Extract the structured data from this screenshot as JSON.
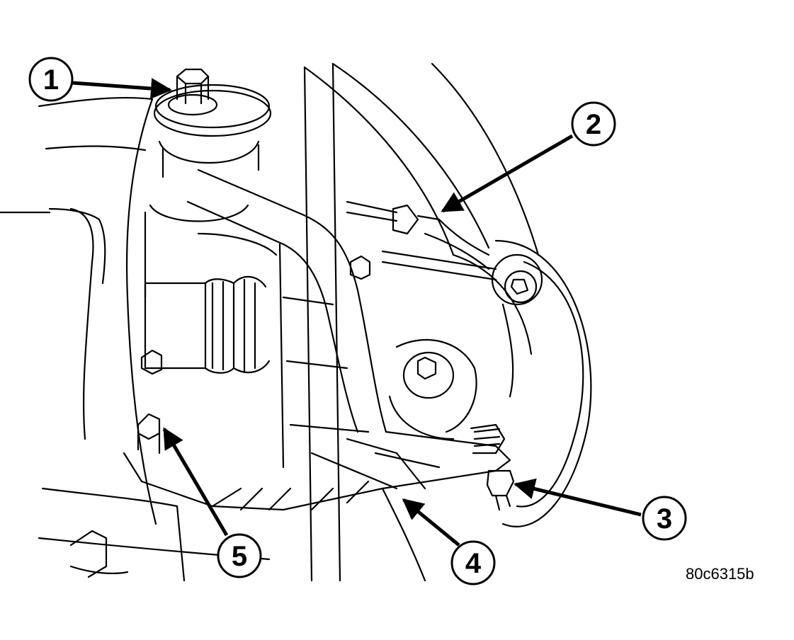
{
  "figure": {
    "code": "80c6315b"
  },
  "callouts": [
    {
      "id": "1",
      "label": "1"
    },
    {
      "id": "2",
      "label": "2"
    },
    {
      "id": "3",
      "label": "3"
    },
    {
      "id": "4",
      "label": "4"
    },
    {
      "id": "5",
      "label": "5"
    }
  ],
  "colors": {
    "ink": "#000000",
    "paper": "#ffffff"
  }
}
